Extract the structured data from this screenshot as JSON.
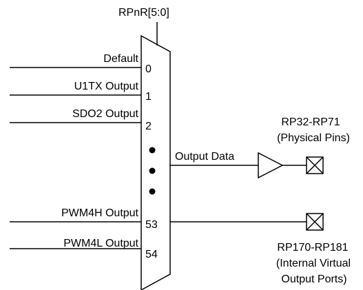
{
  "diagram": {
    "select_label": "RPnR[5:0]",
    "inputs": [
      {
        "label": "Default",
        "index": "0"
      },
      {
        "label": "U1TX Output",
        "index": "1"
      },
      {
        "label": "SDO2 Output",
        "index": "2"
      },
      {
        "label": "PWM4H Output",
        "index": "53"
      },
      {
        "label": "PWM4L Output",
        "index": "54"
      }
    ],
    "output_data_label": "Output Data",
    "physical_pins": {
      "line1": "RP32-RP71",
      "line2": "(Physical Pins)"
    },
    "virtual_ports": {
      "line1": "RP170-RP181",
      "line2": "(Internal Virtual",
      "line3": "Output Ports)"
    },
    "colors": {
      "stroke": "#000000",
      "background": "#ffffff"
    }
  }
}
